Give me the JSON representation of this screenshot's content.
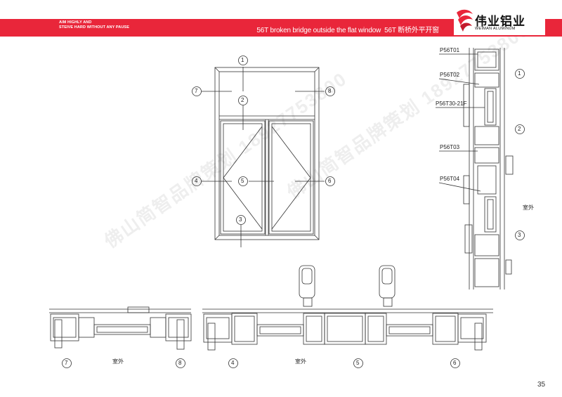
{
  "header": {
    "slogan_line1": "AIM HIGHLY AND",
    "slogan_line2": "STEIVE HARD WITHOUT ANY PAUSE",
    "title_en": "56T broken bridge outside the flat window",
    "title_cn": "56T 断桥外平开窗"
  },
  "logo": {
    "name_cn": "伟业铝业",
    "name_en": "WEIMAN ALUMINUM"
  },
  "elevation": {
    "markers": [
      "1",
      "2",
      "3",
      "4",
      "5",
      "6",
      "7",
      "8"
    ]
  },
  "section_vertical": {
    "codes": [
      "P56T01",
      "P56T02",
      "P56T30-21F",
      "P56T03",
      "P56T04"
    ],
    "outside_label": "室外",
    "markers": [
      "1",
      "2",
      "3"
    ]
  },
  "section_horizontal": {
    "left_outside": "室外",
    "right_outside": "室外",
    "markers": [
      "7",
      "8",
      "4",
      "5",
      "6"
    ]
  },
  "watermark": "佛山简智品牌策划 18927753800",
  "page_number": "35",
  "colors": {
    "accent": "#e9263a"
  }
}
